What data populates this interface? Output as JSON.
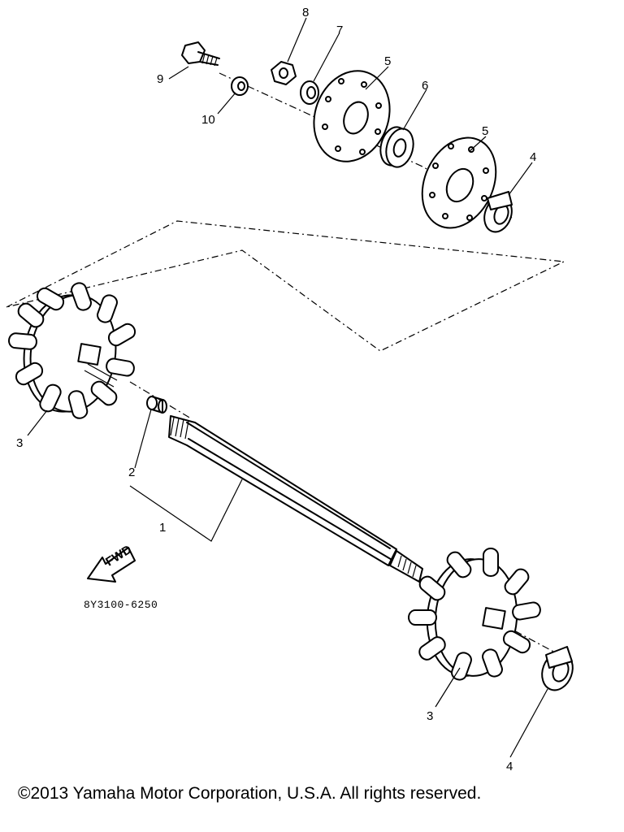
{
  "callouts": {
    "c1": "1",
    "c2": "2",
    "c3a": "3",
    "c3b": "3",
    "c4a": "4",
    "c4b": "4",
    "c5a": "5",
    "c5b": "5",
    "c6": "6",
    "c7": "7",
    "c8": "8",
    "c9": "9",
    "c10": "10"
  },
  "fwd_label": "FWD",
  "diagram_code": "8Y3100-6250",
  "copyright": "©2013 Yamaha Motor Corporation, U.S.A. All rights reserved."
}
